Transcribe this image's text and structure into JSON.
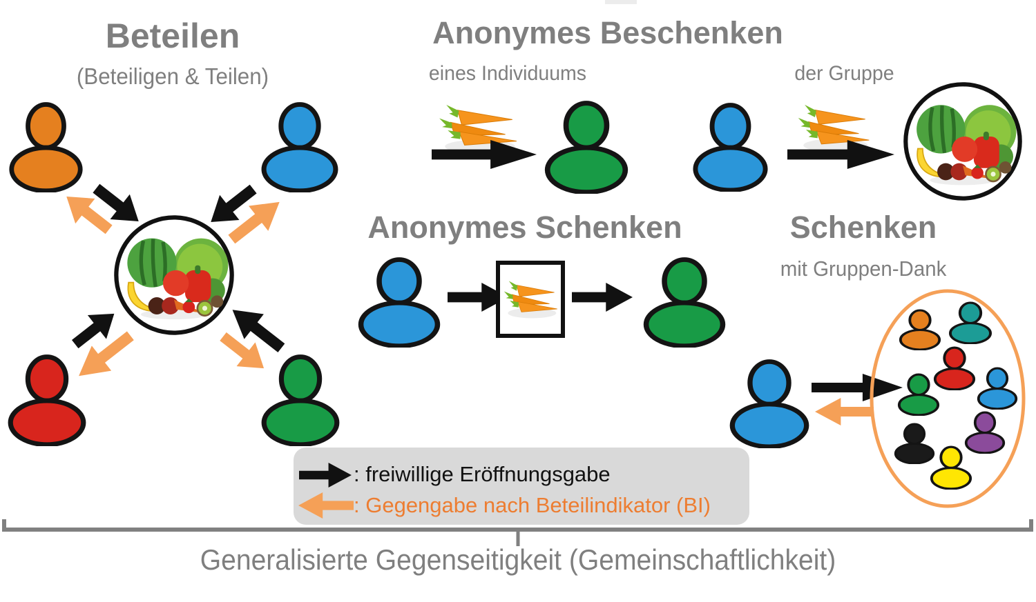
{
  "sections": {
    "beteilen": {
      "title": "Beteilen",
      "subtitle": "(Beteiligen & Teilen)",
      "people_colors": [
        "orange",
        "blue",
        "red",
        "green"
      ],
      "center_icon": "fruit-vegetable-circle"
    },
    "anonymes_beschenken": {
      "title": "Anonymes Beschenken",
      "individual_label": "eines Individuums",
      "group_label": "der Gruppe"
    },
    "anonymes_schenken": {
      "title": "Anonymes Schenken"
    },
    "schenken": {
      "title": "Schenken",
      "subtitle": "mit Gruppen-Dank",
      "group_members": [
        "orange",
        "teal",
        "red",
        "green",
        "blue",
        "black",
        "purple",
        "yellow"
      ]
    }
  },
  "legend": {
    "items": [
      {
        "icon": "black-arrow-right",
        "label": ": freiwillige Eröffnungsgabe"
      },
      {
        "icon": "orange-arrow-left",
        "label": ": Gegengabe nach Beteilindikator (BI)"
      }
    ]
  },
  "footer": {
    "label": "Generalisierte Gegenseitigkeit (Gemeinschaftlichkeit)"
  },
  "icons": {
    "person": "person-silhouette",
    "shared_goods": "fruit-vegetable-circle",
    "gift": "carrot-bunch",
    "give_arrow": "black-arrow",
    "return_arrow": "orange-arrow"
  },
  "colors": {
    "title_gray": "#7F7F7F",
    "person_orange": "#E5801F",
    "person_blue": "#2B96D9",
    "person_red": "#D8251D",
    "person_green": "#189B46",
    "person_teal": "#1C9C96",
    "person_purple": "#8B4B9B",
    "person_yellow": "#FFE603",
    "person_black": "#1A1A1A",
    "arrow_black": "#111111",
    "arrow_orange": "#F5A057",
    "legend_bg": "#D9D9D9",
    "legend_black_text": "#111111",
    "legend_orange_text": "#ED7D31"
  }
}
